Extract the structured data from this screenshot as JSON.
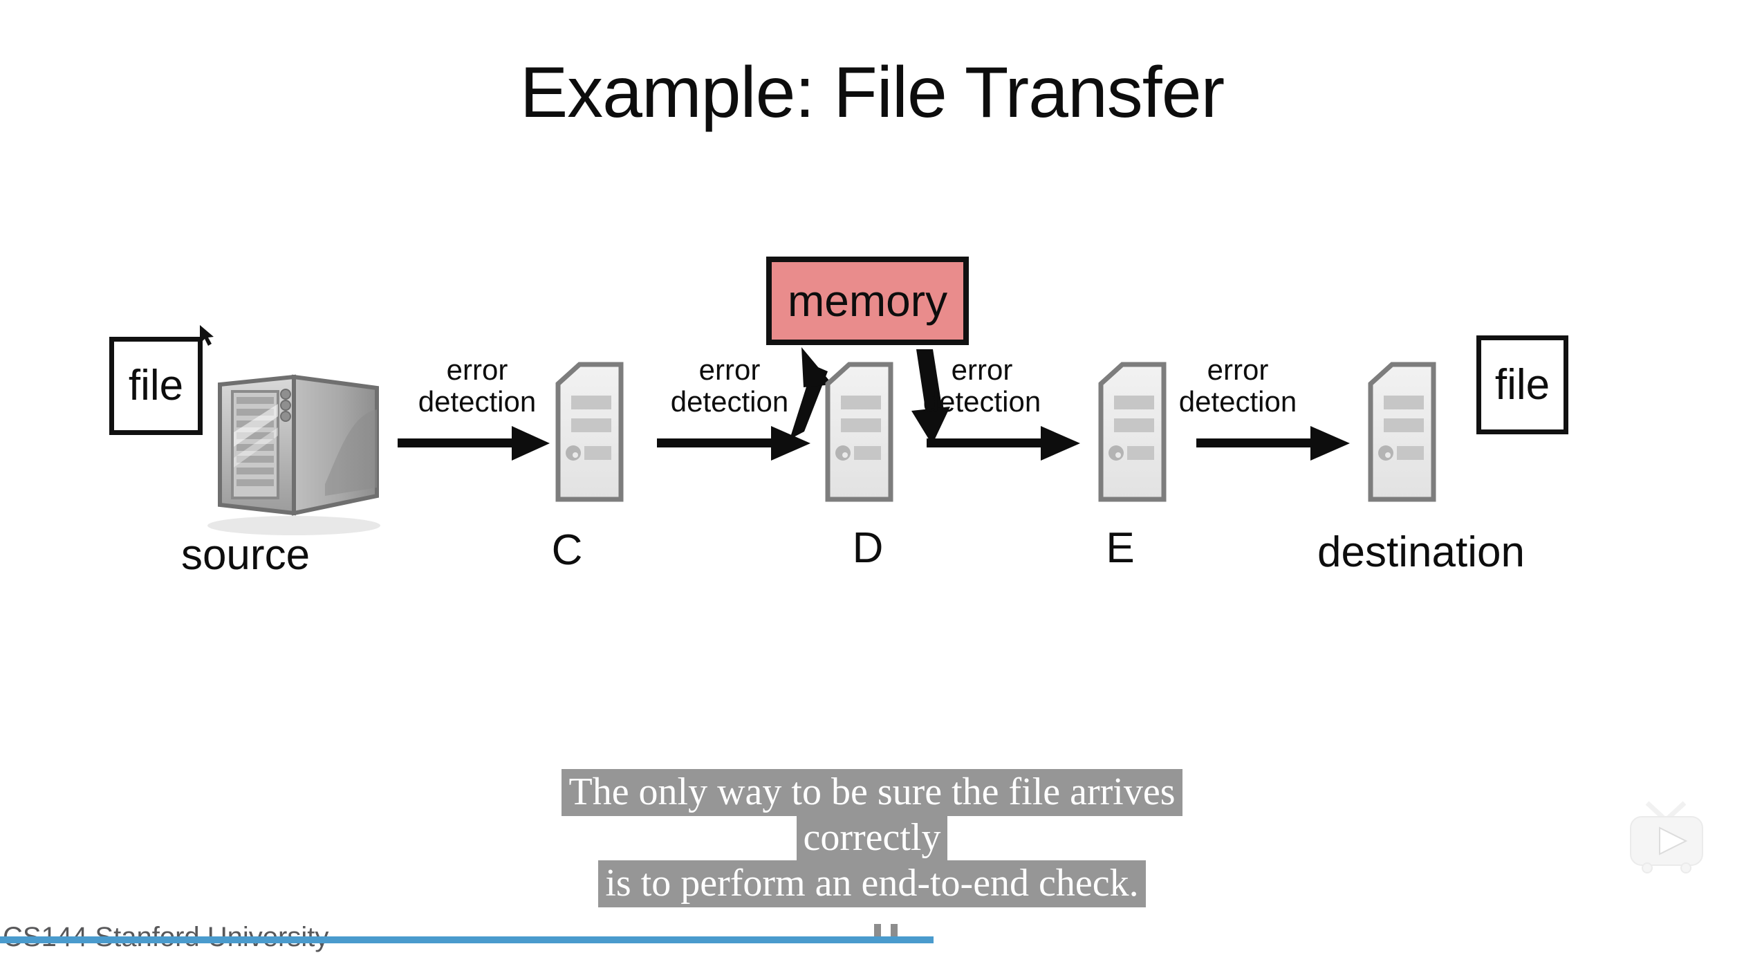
{
  "slide": {
    "title": "Example: File Transfer"
  },
  "diagram": {
    "file_source": {
      "label": "file"
    },
    "file_destination": {
      "label": "file"
    },
    "memory": {
      "label": "memory",
      "color": "#e98c8c",
      "border_color": "#111111"
    },
    "nodes": [
      {
        "id": "source",
        "label": "source",
        "icon": "server-tower-3d-icon"
      },
      {
        "id": "c",
        "label": "C",
        "icon": "server-tower-icon"
      },
      {
        "id": "d",
        "label": "D",
        "icon": "server-tower-icon"
      },
      {
        "id": "e",
        "label": "E",
        "icon": "server-tower-icon"
      },
      {
        "id": "destination",
        "label": "destination",
        "icon": "server-tower-icon"
      }
    ],
    "edges": [
      {
        "id": "edge-1",
        "line1": "error",
        "line2": "detection",
        "from": "source",
        "to": "c"
      },
      {
        "id": "edge-2",
        "line1": "error",
        "line2": "detection",
        "from": "c",
        "to": "d"
      },
      {
        "id": "edge-3",
        "line1": "error",
        "line2": "detection",
        "from": "d",
        "to": "e"
      },
      {
        "id": "edge-4",
        "line1": "error",
        "line2": "detection",
        "from": "e",
        "to": "destination"
      }
    ],
    "memory_edges": [
      {
        "id": "to-memory",
        "direction": "up",
        "from": "d",
        "to": "memory"
      },
      {
        "id": "from-memory",
        "direction": "down",
        "from": "memory",
        "to": "edge-3"
      }
    ]
  },
  "caption": {
    "lines": [
      "The only way to be sure the file arrives",
      "correctly",
      "is to perform an end-to-end check."
    ],
    "background_color": "#969696",
    "text_color": "#ffffff"
  },
  "player": {
    "credit": "CS144 Stanford University",
    "progress_color": "#4a9bcd",
    "pause_label": "Pause",
    "watermark_name": "play-tv-logo"
  }
}
